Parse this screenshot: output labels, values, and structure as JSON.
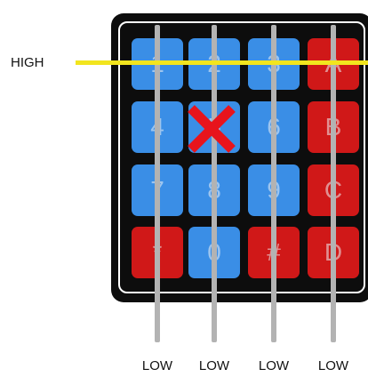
{
  "labels": {
    "row_signal": "HIGH",
    "col_signals": [
      "LOW",
      "LOW",
      "LOW",
      "LOW"
    ]
  },
  "keys": [
    {
      "label": "1",
      "color": "#3a8ee6"
    },
    {
      "label": "2",
      "color": "#3a8ee6"
    },
    {
      "label": "3",
      "color": "#3a8ee6"
    },
    {
      "label": "A",
      "color": "#d01818"
    },
    {
      "label": "4",
      "color": "#3a8ee6"
    },
    {
      "label": "5",
      "color": "#3a8ee6"
    },
    {
      "label": "6",
      "color": "#3a8ee6"
    },
    {
      "label": "B",
      "color": "#d01818"
    },
    {
      "label": "7",
      "color": "#3a8ee6"
    },
    {
      "label": "8",
      "color": "#3a8ee6"
    },
    {
      "label": "9",
      "color": "#3a8ee6"
    },
    {
      "label": "C",
      "color": "#d01818"
    },
    {
      "label": "*",
      "color": "#d01818"
    },
    {
      "label": "0",
      "color": "#3a8ee6"
    },
    {
      "label": "#",
      "color": "#d01818"
    },
    {
      "label": "D",
      "color": "#d01818"
    }
  ],
  "colors": {
    "high_line": "#f2e51e",
    "low_line": "#b3b3b3",
    "pressed_mark": "#e8141c"
  },
  "pressed_key": "5"
}
